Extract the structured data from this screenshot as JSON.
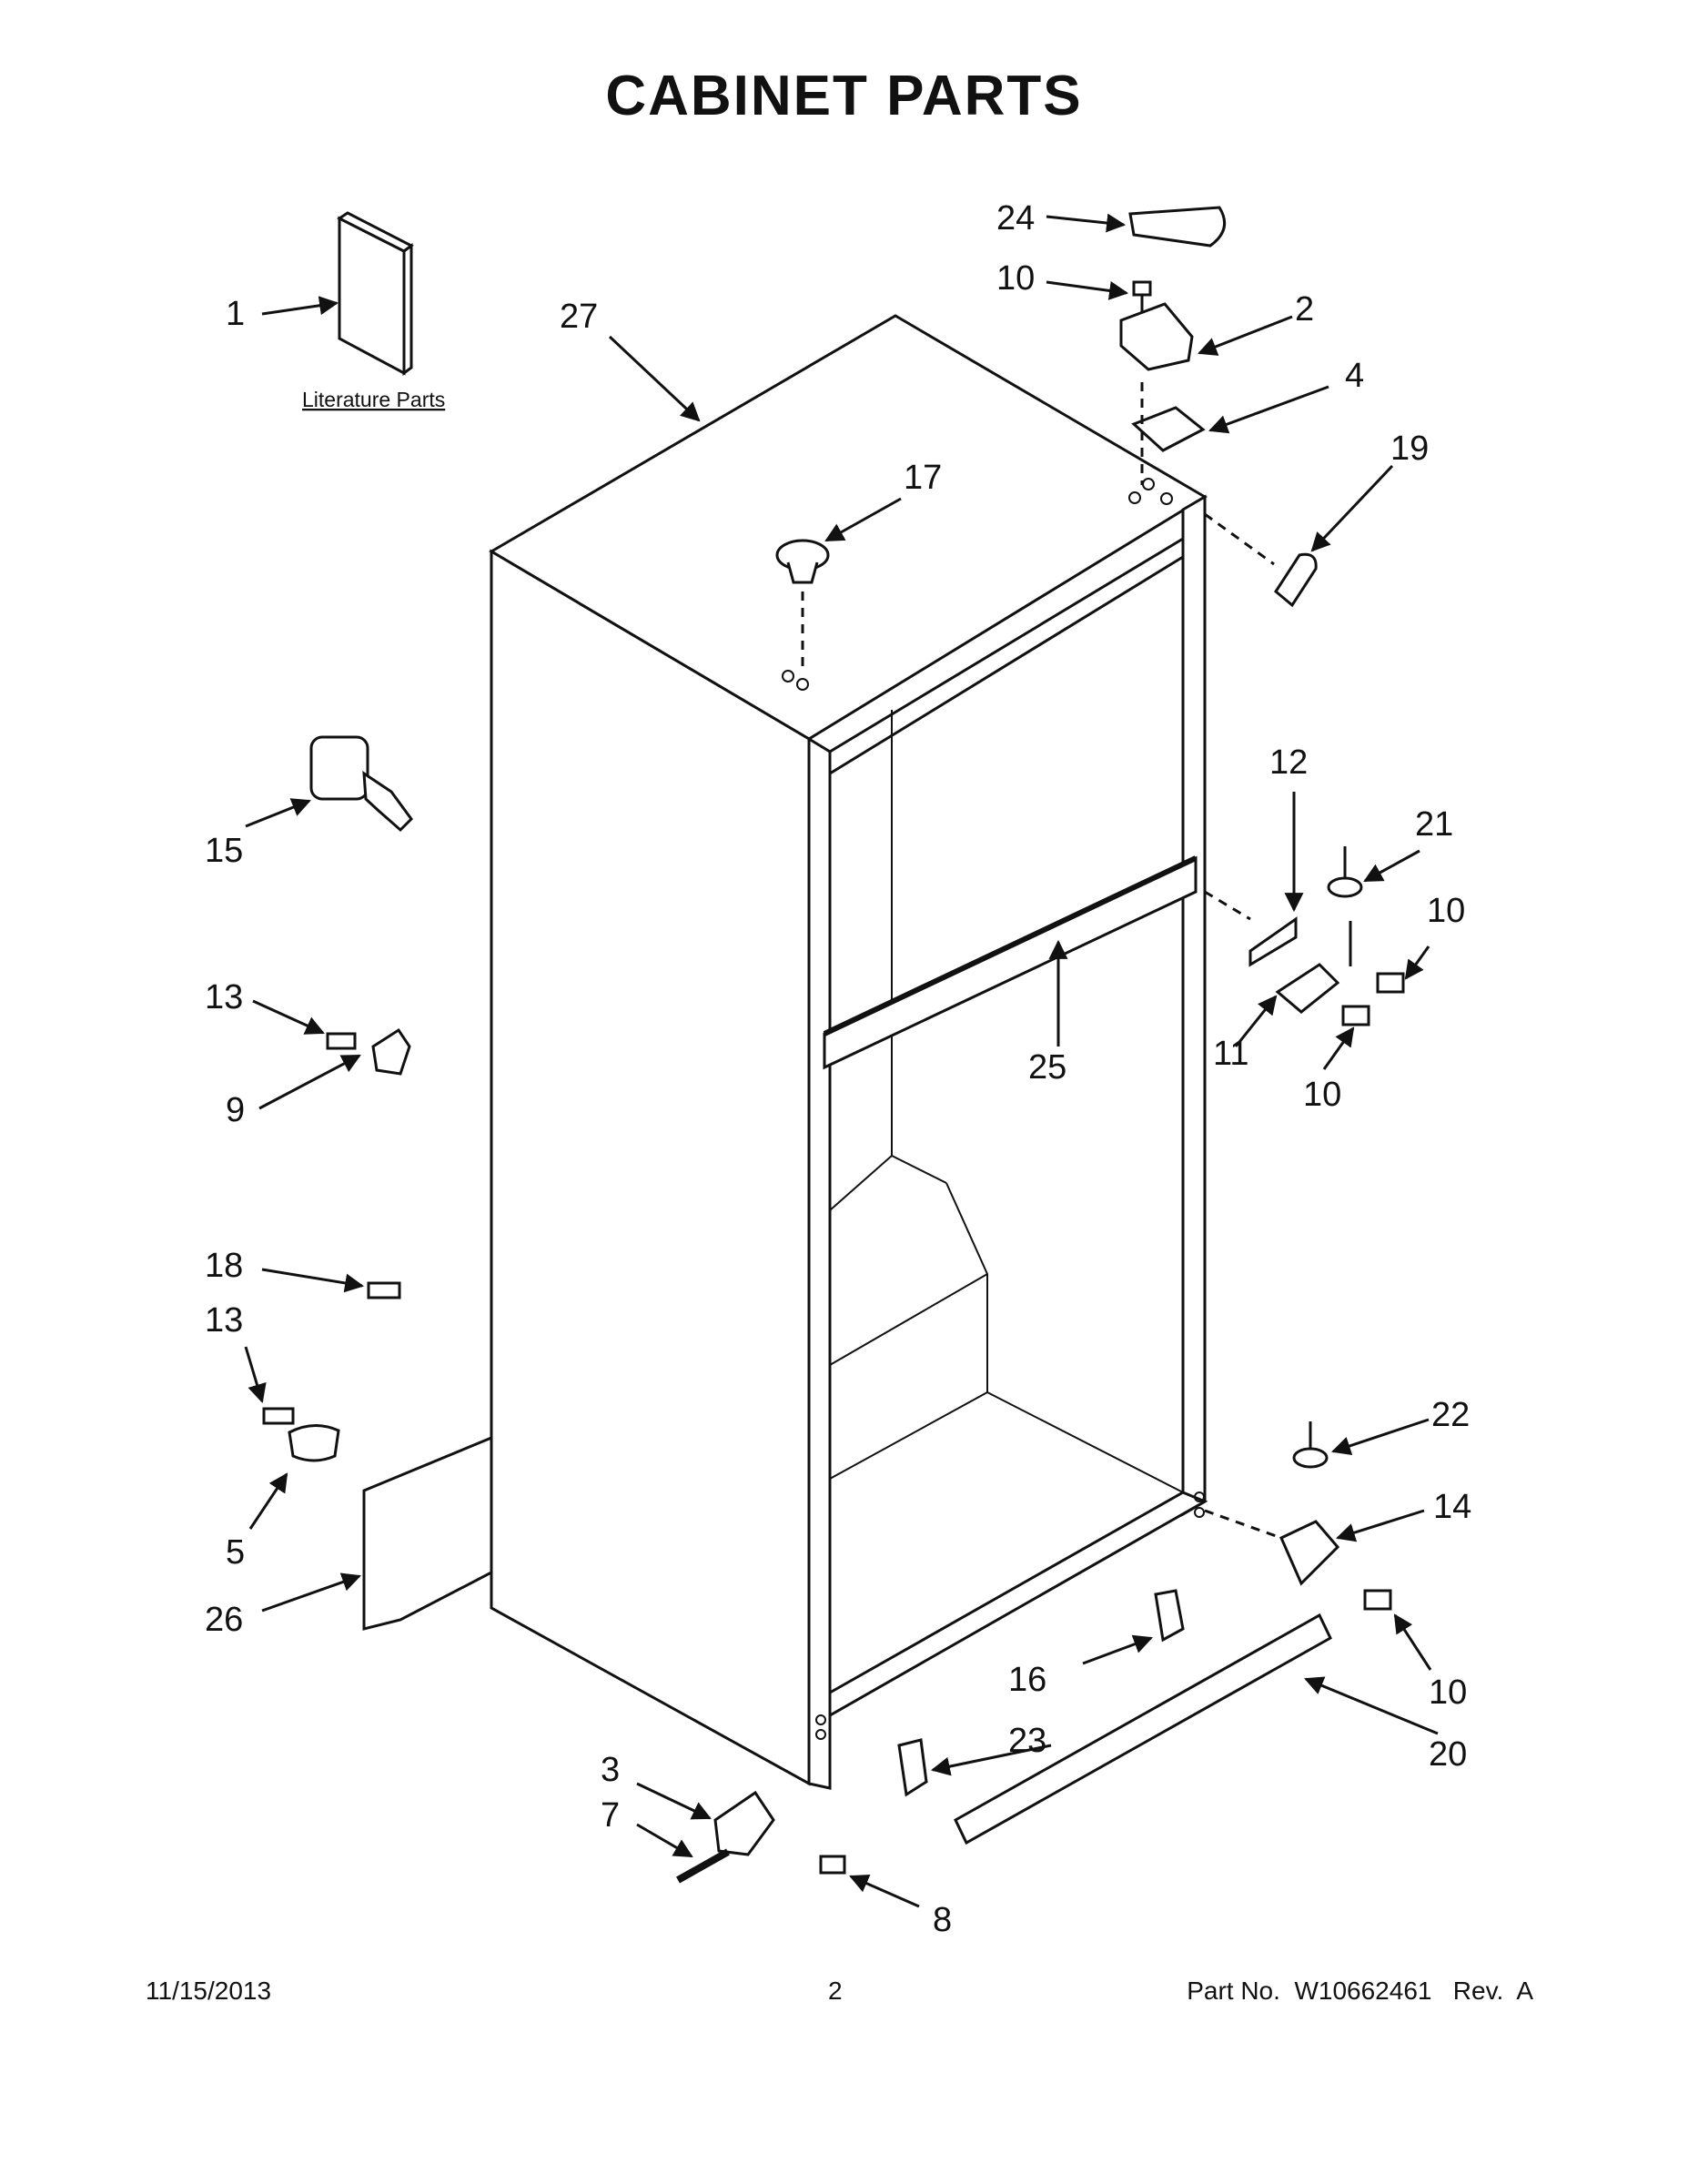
{
  "title": "CABINET PARTS",
  "literature_label": "Literature Parts",
  "callouts": [
    {
      "id": "c1",
      "text": "1"
    },
    {
      "id": "c27",
      "text": "27"
    },
    {
      "id": "c24",
      "text": "24"
    },
    {
      "id": "c10a",
      "text": "10"
    },
    {
      "id": "c2",
      "text": "2"
    },
    {
      "id": "c4",
      "text": "4"
    },
    {
      "id": "c19",
      "text": "19"
    },
    {
      "id": "c17",
      "text": "17"
    },
    {
      "id": "c15",
      "text": "15"
    },
    {
      "id": "c12",
      "text": "12"
    },
    {
      "id": "c21",
      "text": "21"
    },
    {
      "id": "c10b",
      "text": "10"
    },
    {
      "id": "c13a",
      "text": "13"
    },
    {
      "id": "c9",
      "text": "9"
    },
    {
      "id": "c25",
      "text": "25"
    },
    {
      "id": "c11",
      "text": "11"
    },
    {
      "id": "c10c",
      "text": "10"
    },
    {
      "id": "c18",
      "text": "18"
    },
    {
      "id": "c13b",
      "text": "13"
    },
    {
      "id": "c22",
      "text": "22"
    },
    {
      "id": "c14",
      "text": "14"
    },
    {
      "id": "c5",
      "text": "5"
    },
    {
      "id": "c26",
      "text": "26"
    },
    {
      "id": "c16",
      "text": "16"
    },
    {
      "id": "c10d",
      "text": "10"
    },
    {
      "id": "c23",
      "text": "23"
    },
    {
      "id": "c20",
      "text": "20"
    },
    {
      "id": "c3",
      "text": "3"
    },
    {
      "id": "c7",
      "text": "7"
    },
    {
      "id": "c8",
      "text": "8"
    }
  ],
  "footer": {
    "date": "11/15/2013",
    "page": "2",
    "part_number": "Part No.  W10662461   Rev.  A"
  }
}
